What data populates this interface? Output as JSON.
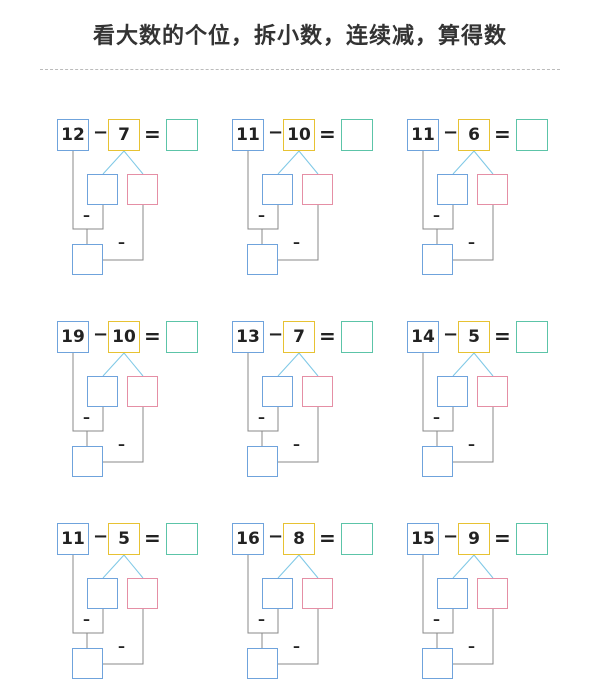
{
  "title": "看大数的个位，拆小数，连续减，算得数",
  "operators": {
    "minus": "−",
    "equals": "=",
    "step_minus": "–"
  },
  "colors": {
    "minuend_border": "#6fa3dc",
    "subtrahend_border": "#e7c233",
    "answer_border": "#5cc4a8",
    "split_left_border": "#6fa3dc",
    "split_right_border": "#e58fa5",
    "branch_line": "#7ec8e6",
    "connector_line": "#888888"
  },
  "problems": [
    {
      "minuend": "12",
      "subtrahend": "7"
    },
    {
      "minuend": "11",
      "subtrahend": "10"
    },
    {
      "minuend": "11",
      "subtrahend": "6"
    },
    {
      "minuend": "19",
      "subtrahend": "10"
    },
    {
      "minuend": "13",
      "subtrahend": "7"
    },
    {
      "minuend": "14",
      "subtrahend": "5"
    },
    {
      "minuend": "11",
      "subtrahend": "5"
    },
    {
      "minuend": "16",
      "subtrahend": "8"
    },
    {
      "minuend": "15",
      "subtrahend": "9"
    }
  ]
}
